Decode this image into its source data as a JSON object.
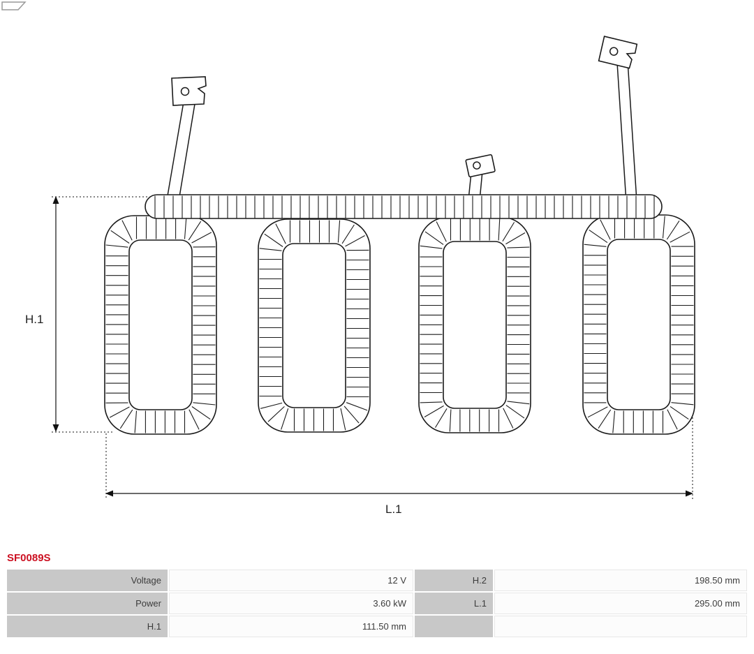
{
  "product": {
    "code": "SF0089S",
    "code_color": "#cc1122"
  },
  "diagram": {
    "description": "field-coil-winding-diagram",
    "labels": {
      "h1": "H.1",
      "l1": "L.1"
    }
  },
  "specs": {
    "rows": [
      {
        "label1": "Voltage",
        "value1": "12 V",
        "label2": "H.2",
        "value2": "198.50 mm"
      },
      {
        "label1": "Power",
        "value1": "3.60 kW",
        "label2": "L.1",
        "value2": "295.00 mm"
      },
      {
        "label1": "H.1",
        "value1": "111.50 mm",
        "label2": "",
        "value2": ""
      }
    ]
  }
}
